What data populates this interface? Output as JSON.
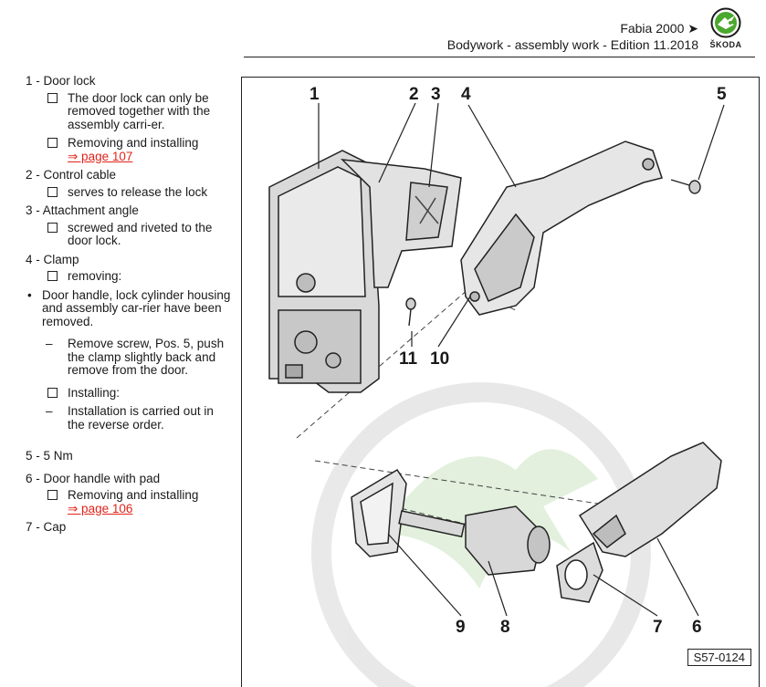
{
  "header": {
    "line1": "Fabia 2000 ➤",
    "line2": "Bodywork - assembly work - Edition 11.2018",
    "logo_text": "ŠKODA",
    "logo_icon": "skoda-arrow-logo-icon"
  },
  "parts": {
    "p1": {
      "title": "1 - Door lock",
      "note1": "The door lock can only be removed together with the assembly carri-er.",
      "note2": "Removing and installing",
      "note2_link": "⇒ page 107"
    },
    "p2": {
      "title": "2 - Control cable",
      "note1": "serves to release the lock"
    },
    "p3": {
      "title": "3 - Attachment angle",
      "note1": "screwed and riveted to the door lock."
    },
    "p4": {
      "title": "4 - Clamp",
      "note1": "removing:",
      "bullet1": "Door handle, lock cylinder housing and assembly car-rier have been removed.",
      "dash1": "Remove screw, Pos. 5, push the clamp slightly back and remove from the door.",
      "note2": "Installing:",
      "dash2": "Installation is carried out in the reverse order."
    },
    "p5": {
      "title": "5 - 5 Nm"
    },
    "p6": {
      "title": "6 - Door handle with pad",
      "note1": "Removing and installing",
      "note1_link": "⇒ page 106"
    },
    "p7": {
      "title": "7 - Cap"
    }
  },
  "figure": {
    "callouts": [
      "1",
      "2",
      "3",
      "4",
      "5",
      "11",
      "10",
      "9",
      "8",
      "7",
      "6"
    ],
    "figure_id": "S57-0124"
  }
}
